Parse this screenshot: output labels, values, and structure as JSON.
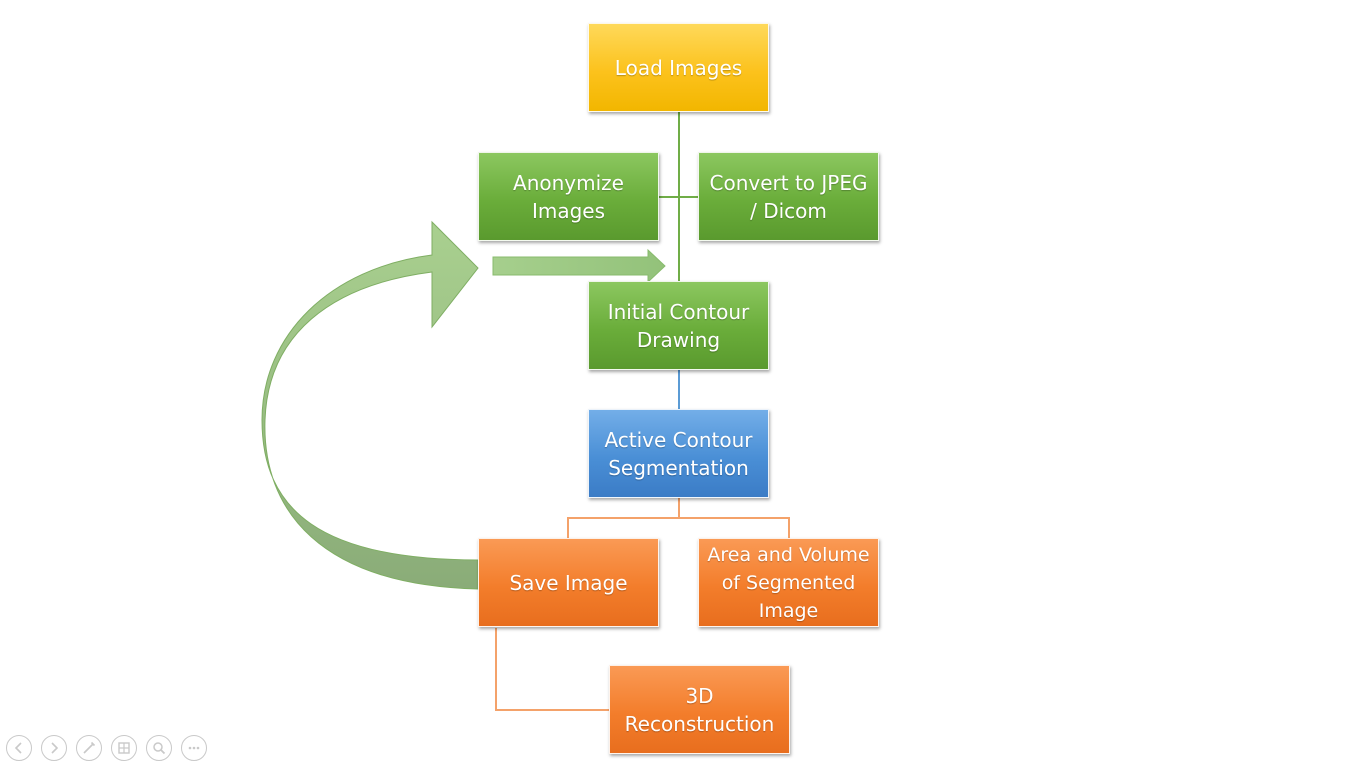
{
  "nodes": {
    "load_images": "Load Images",
    "anonymize_images": "Anonymize\nImages",
    "convert": "Convert to JPEG\n/ Dicom",
    "initial_contour": "Initial Contour\nDrawing",
    "active_contour": "Active Contour\nSegmentation",
    "save_image": "Save Image",
    "area_volume": "Area and Volume\nof Segmented\nImage",
    "reconstruction": "3D\nReconstruction"
  },
  "colors": {
    "yellow": "#fcc21c",
    "green": "#6aad3a",
    "blue": "#4a8fd6",
    "orange": "#f37d2b",
    "arrow_green": "#9cc88a"
  },
  "toolbar": {
    "icons": [
      "previous-slide-icon",
      "next-slide-icon",
      "pen-icon",
      "slides-grid-icon",
      "zoom-icon",
      "more-options-icon"
    ]
  }
}
